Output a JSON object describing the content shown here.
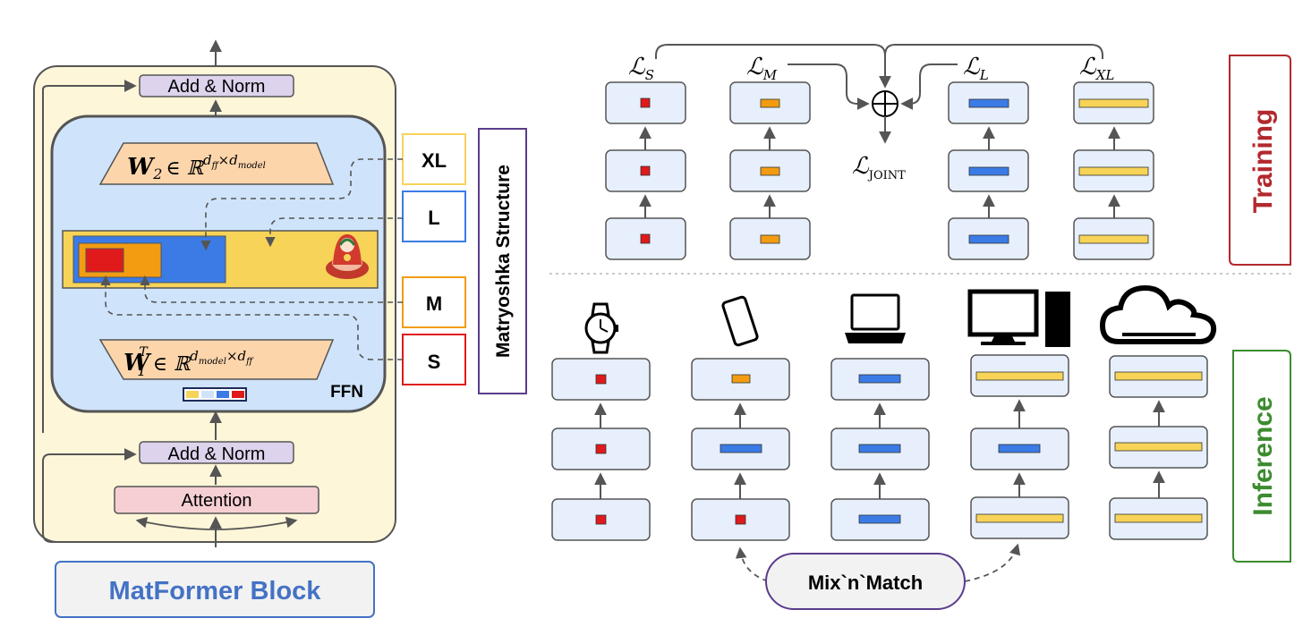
{
  "block": {
    "title": "MatFormer Block",
    "add_norm_top": "Add & Norm",
    "add_norm_bottom": "Add & Norm",
    "attention": "Attention",
    "ffn_label": "FFN",
    "w2": {
      "base": "W",
      "sub": "2",
      "rel": "∈ ℝ",
      "sup": "d",
      "sup_sub1": "ff",
      "times": "×",
      "sup2": "d",
      "sup_sub2": "model"
    },
    "w1": {
      "base": "W",
      "sub": "1",
      "t": "T",
      "rel": "∈ ℝ",
      "sup": "d",
      "sup_sub1": "model",
      "times": "×",
      "sup2": "d",
      "sup_sub2": "ff"
    }
  },
  "granularities": {
    "xl": "XL",
    "l": "L",
    "m": "M",
    "s": "S"
  },
  "matryoshka_label": "Matryoshka Structure",
  "training": {
    "label": "Training",
    "losses": [
      {
        "sym": "ℒ",
        "sub": "S"
      },
      {
        "sym": "ℒ",
        "sub": "M"
      },
      {
        "sym": "ℒ",
        "sub": "L"
      },
      {
        "sym": "ℒ",
        "sub": "XL"
      }
    ],
    "joint": {
      "sym": "ℒ",
      "sub": "JOINT"
    }
  },
  "inference": {
    "label": "Inference",
    "devices": [
      "watch-icon",
      "phone-icon",
      "laptop-icon",
      "desktop-icon",
      "cloud-icon"
    ],
    "mix_label": "Mix`n`Match"
  },
  "colors": {
    "s": "#e0191b",
    "m": "#f39c12",
    "l": "#3b7be6",
    "xl": "#f7d358",
    "training": "#b3282d",
    "inference": "#3c8c2f",
    "title_blue": "#4472c4",
    "block_bg": "#fdf6d8",
    "ffn_bg": "#cfe4fb",
    "layer_bg": "#e6effb"
  }
}
